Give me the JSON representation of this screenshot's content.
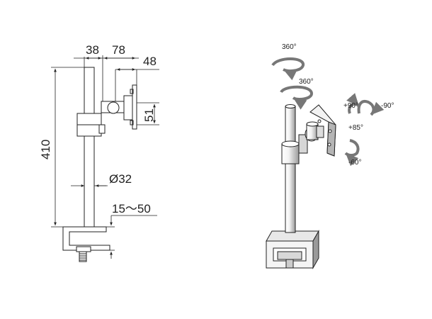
{
  "dimensions": {
    "arm_offset": "38",
    "arm_length": "78",
    "plate_offset": "48",
    "plate_height": "51",
    "total_height": "410",
    "pole_diameter": "Ø32",
    "clamp_range": "15～50"
  },
  "rotations": {
    "pole_top": "360°",
    "arm_swivel": "360°",
    "tilt_up": "+90°",
    "tilt_down": "-90°",
    "pitch_up": "+85°",
    "pitch_down": "-60°"
  },
  "colors": {
    "line": "#222222",
    "fill_light": "#f0f0f0",
    "fill_mid": "#cfcfcf",
    "fill_dark": "#8a8a8a"
  }
}
